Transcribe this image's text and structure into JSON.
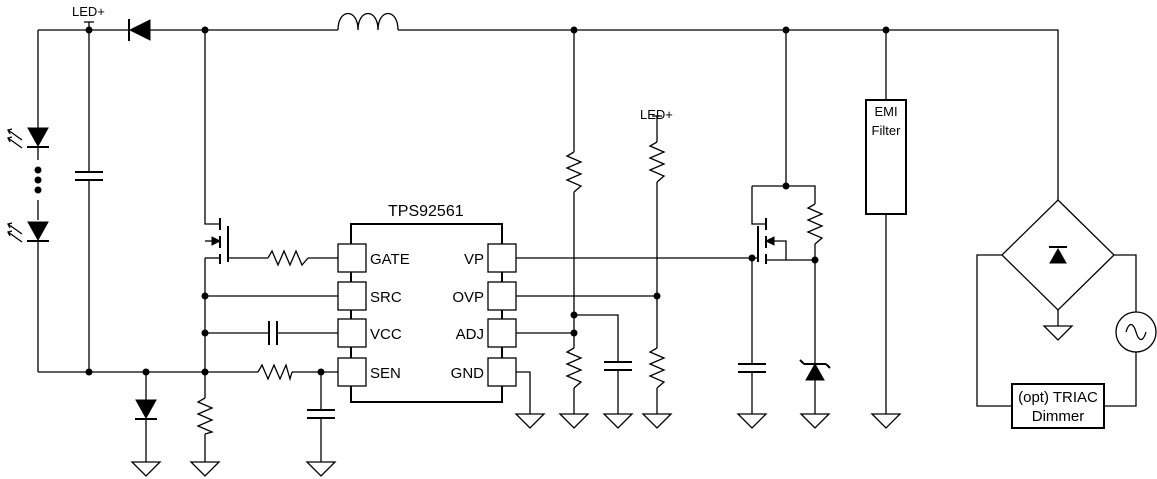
{
  "chip": {
    "name": "TPS92561",
    "left_pins": [
      "GATE",
      "SRC",
      "VCC",
      "SEN"
    ],
    "right_pins": [
      "VP",
      "OVP",
      "ADJ",
      "GND"
    ]
  },
  "labels": {
    "led_plus_top": "LED+",
    "led_plus_mid": "LED+",
    "emi_line1": "EMI",
    "emi_line2": "Filter",
    "triac_line1": "(opt) TRIAC",
    "triac_line2": "Dimmer"
  }
}
